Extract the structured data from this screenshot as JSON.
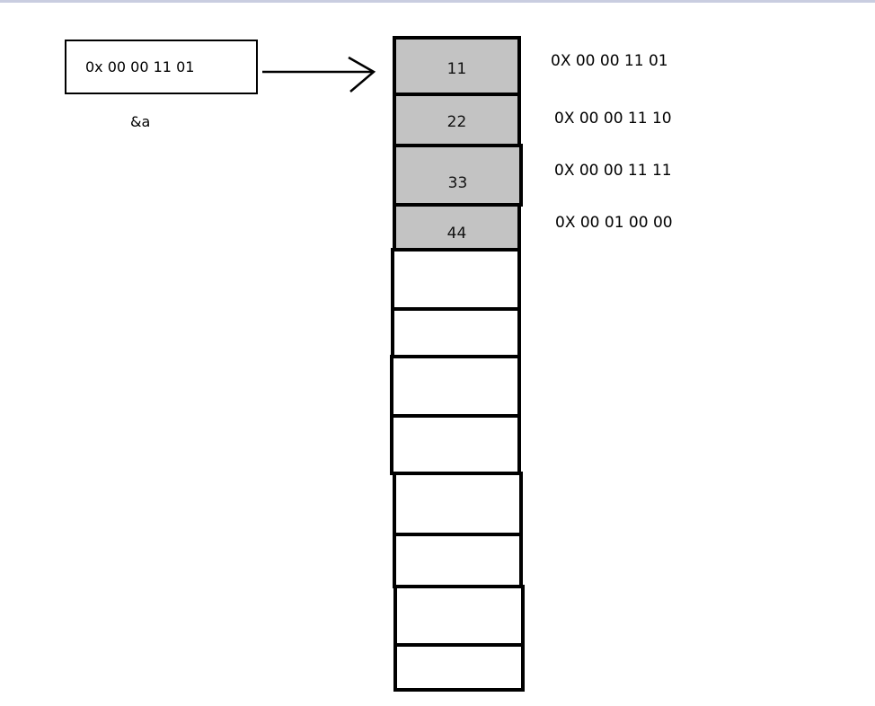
{
  "pointer": {
    "value": "0x 00 00 11 01",
    "label": "&a"
  },
  "memory": {
    "filled_cells": [
      {
        "value": "11",
        "address": "0X 00 00 11 01"
      },
      {
        "value": "22",
        "address": "0X 00 00 11 10"
      },
      {
        "value": "33",
        "address": "0X 00 00 11 11"
      },
      {
        "value": "44",
        "address": "0X 00 01 00 00"
      }
    ],
    "empty_cell_count": 8
  },
  "colors": {
    "filled_cell": "#c3c3c3",
    "cell_border": "#000000",
    "top_rule": "#c9cde0"
  }
}
